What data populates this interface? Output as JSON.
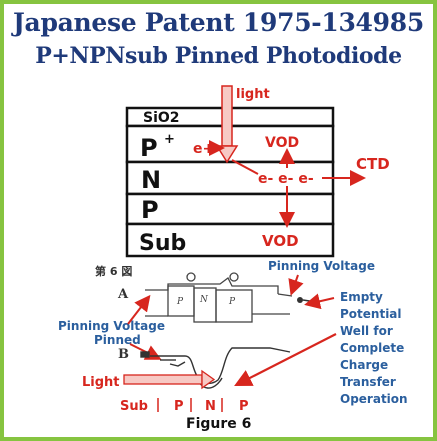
{
  "title": {
    "line1": "Japanese Patent 1975-134985",
    "line2": "P+NPNsub Pinned Photodiode"
  },
  "cross_section": {
    "layers": [
      "SiO2",
      "P",
      "N",
      "P",
      "Sub"
    ],
    "p_plus_sup": "+",
    "light_label": "light",
    "electron_single": "e+",
    "electron_chain": "e- e- e-",
    "vod_top": "VOD",
    "vod_bottom": "VOD",
    "ctd_label": "CTD"
  },
  "figure": {
    "jp_label": "第 6 図",
    "label_a": "A",
    "label_b": "B",
    "cells": [
      "P",
      "N",
      "P"
    ],
    "pinning_voltage_top": "Pinning Voltage",
    "pinning_voltage_left": "Pinning Voltage",
    "pinned": "Pinned",
    "light": "Light",
    "empty_well_lines": [
      "Empty",
      "Potential",
      "Well for",
      "Complete",
      "Charge",
      "Transfer",
      "Operation"
    ],
    "bottom_sub": "Sub",
    "bottom_p1": "P",
    "bottom_n": "N",
    "bottom_p2": "P",
    "caption": "Figure 6"
  },
  "colors": {
    "frame": "#86c440",
    "title": "#1f3a7a",
    "red": "#d7261e",
    "black": "#111111",
    "light_fill": "#f7c9c4"
  }
}
